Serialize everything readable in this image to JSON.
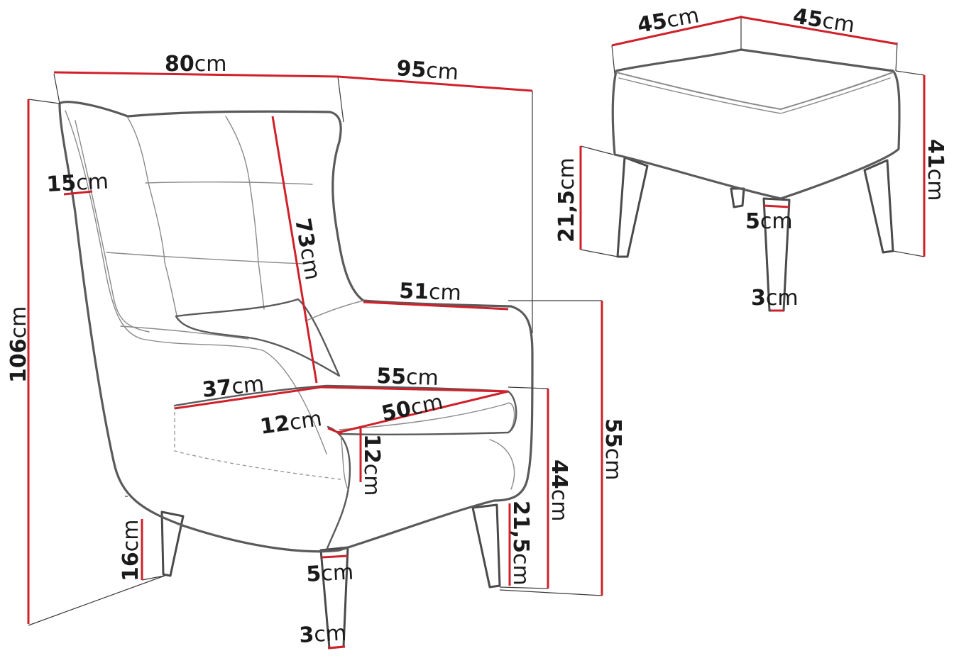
{
  "unit": "cm",
  "labels": {
    "armchair_width": "80",
    "armchair_depth": "95",
    "armchair_height": "106",
    "wing_thickness": "15",
    "backrest_height": "73",
    "armrest_length": "51",
    "seat_depth_side": "37",
    "seat_width_top": "55",
    "seat_width": "50",
    "armrest_width": "12",
    "cushion_thickness": "12",
    "seat_height": "44",
    "armrest_height": "55",
    "front_leg_height": "21,5",
    "back_leg_height": "16",
    "leg_top_diameter": "5",
    "leg_bottom_diameter": "3",
    "pouf_width_a": "45",
    "pouf_width_b": "45",
    "pouf_height": "41",
    "pouf_leg_height": "21,5",
    "pouf_leg_top_diameter": "5",
    "pouf_leg_bottom_diameter": "3"
  }
}
